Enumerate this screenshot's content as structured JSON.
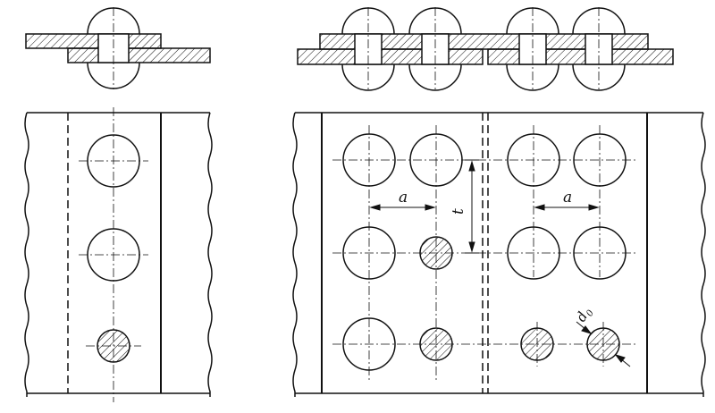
{
  "labels": {
    "pitch_a_left": "a",
    "pitch_a_right": "a",
    "row_pitch": "t",
    "hole_diameter": "d",
    "hole_diameter_sub": "0"
  },
  "colors": {
    "ink": "#111111",
    "paper": "#ffffff"
  }
}
